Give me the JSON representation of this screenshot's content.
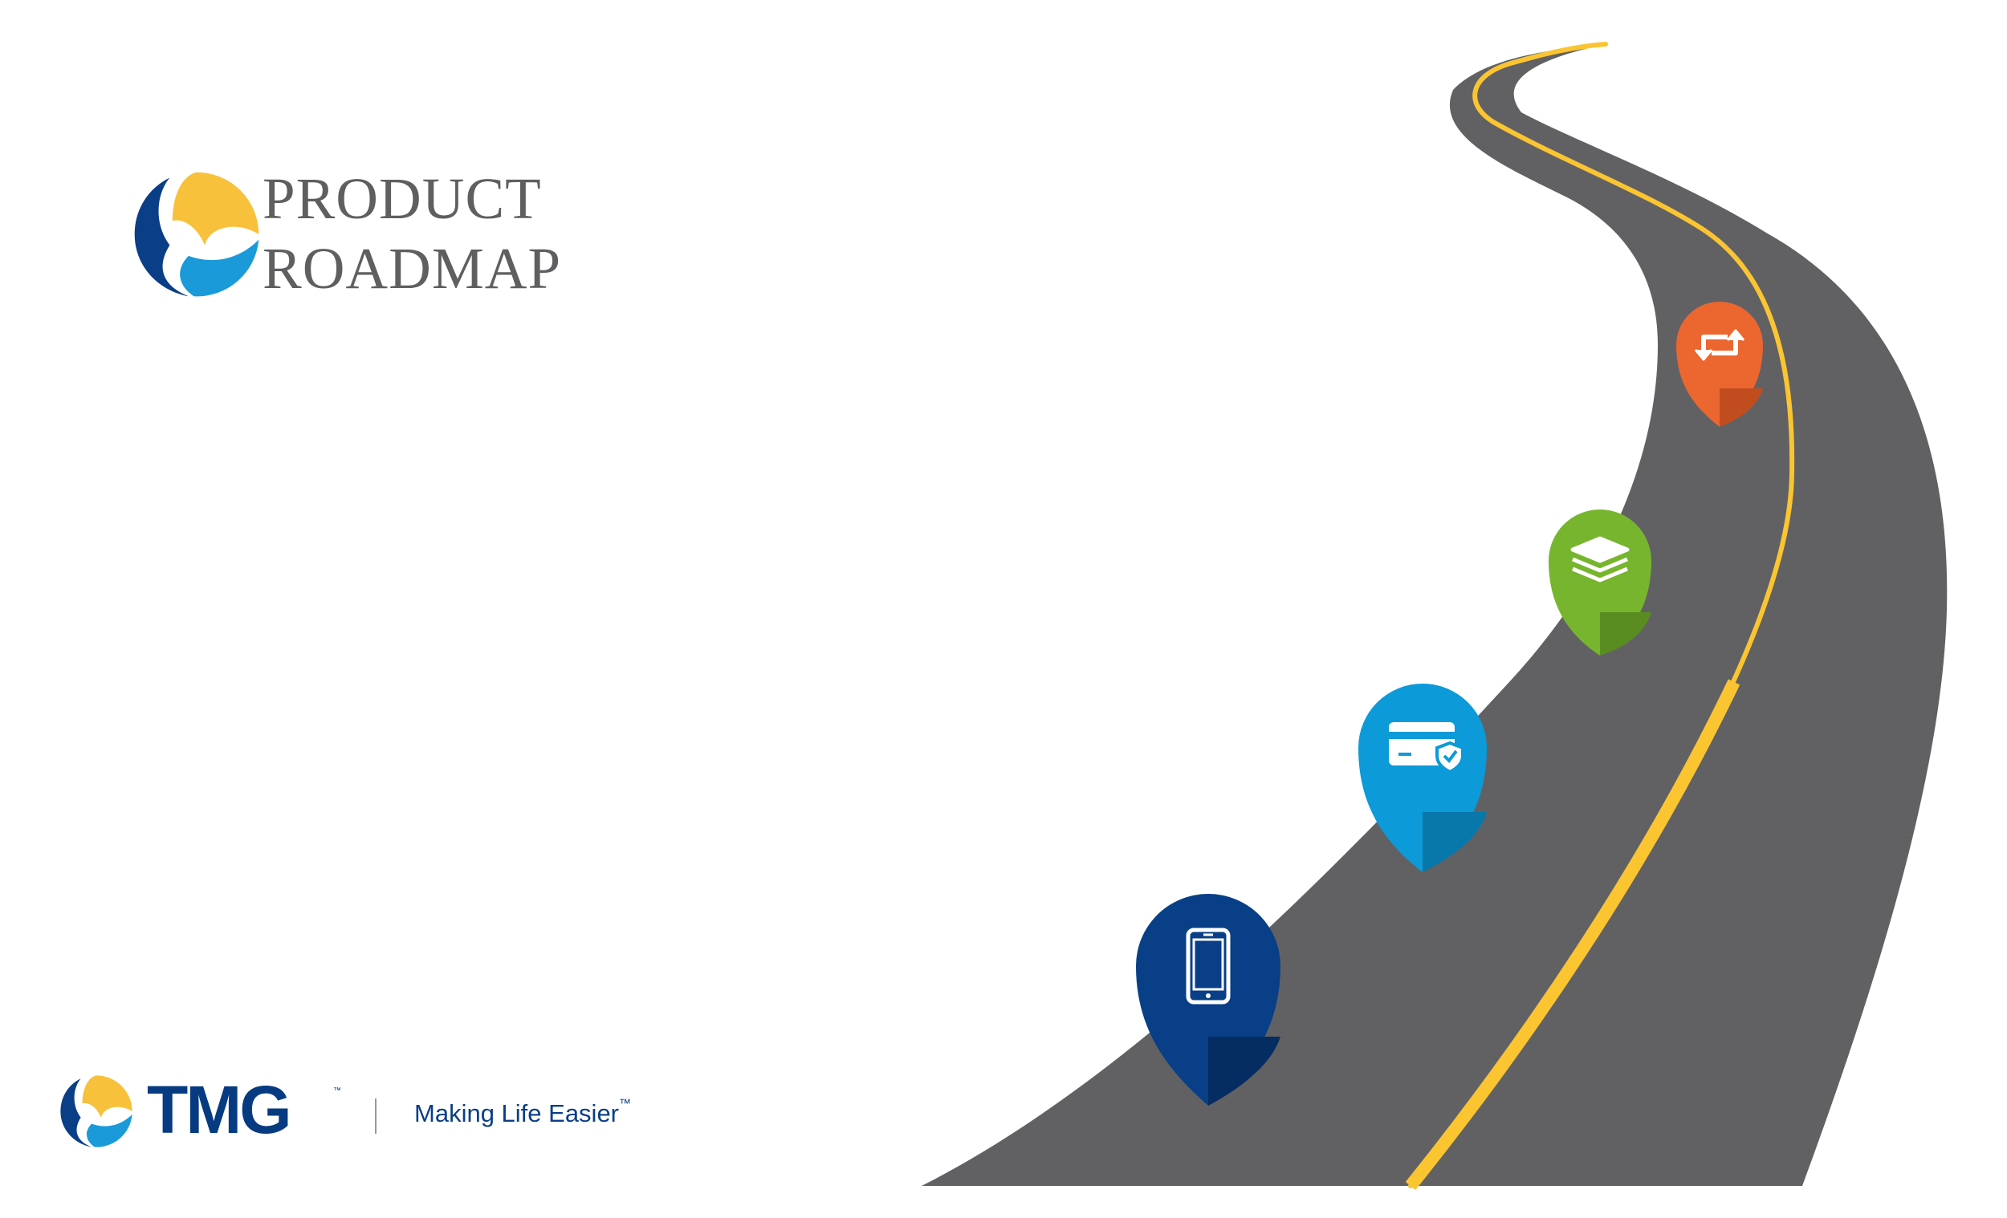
{
  "header": {
    "title_line_1": "PRODUCT",
    "title_line_2": "ROADMAP",
    "logo": "tmg-swirl-logo"
  },
  "footer": {
    "brand": "TMG",
    "brand_trademark": "™",
    "tagline": "Making Life Easier",
    "tagline_trademark": "™",
    "logo": "tmg-swirl-logo"
  },
  "roadmap": {
    "road_color": "#616164",
    "center_line_color": "#fbc531",
    "milestones": [
      {
        "icon": "mobile-phone-icon",
        "color": "#083f86"
      },
      {
        "icon": "credit-card-security-icon",
        "color": "#0c9ad8"
      },
      {
        "icon": "layers-stack-icon",
        "color": "#77b52e"
      },
      {
        "icon": "refresh-cycle-icon",
        "color": "#ec6630"
      }
    ]
  },
  "colors": {
    "brand_blue": "#063b82",
    "brand_light_blue": "#1a9ad9",
    "brand_yellow": "#f8c13c",
    "title_gray": "#5f5f62"
  }
}
